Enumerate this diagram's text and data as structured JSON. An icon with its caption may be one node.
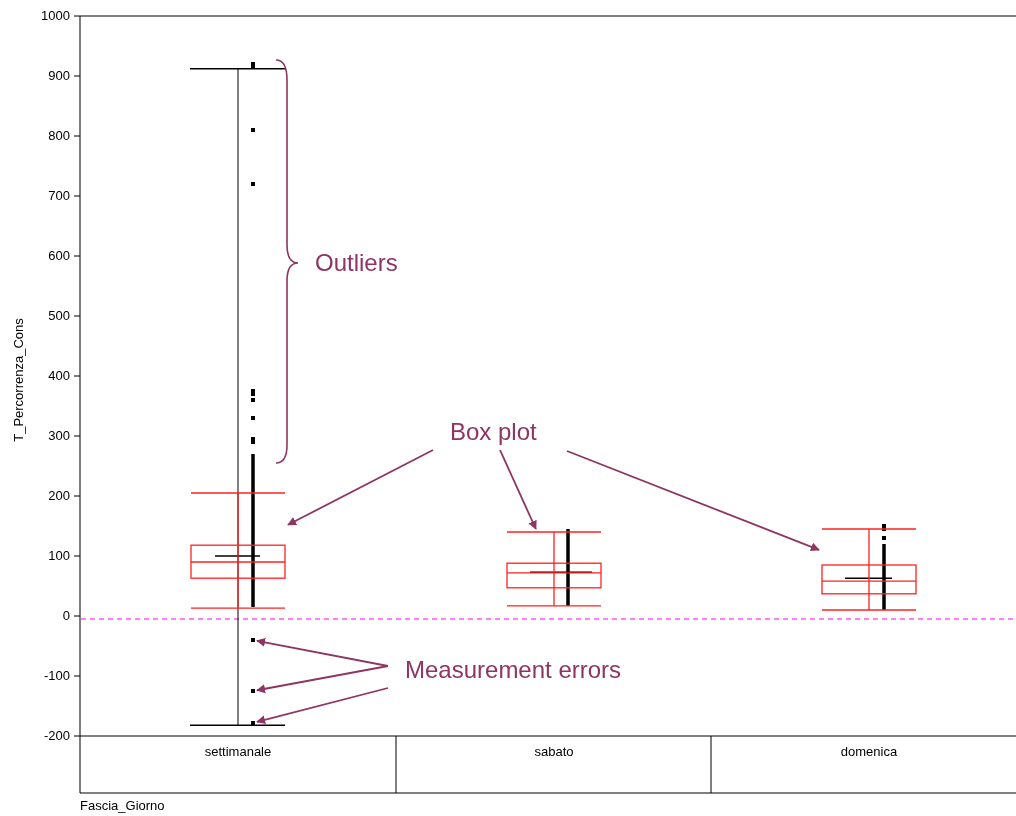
{
  "diagram": {
    "nodes": [
      {
        "text": [
          "Outliers"
        ]
      },
      {
        "text": [
          "Box plot"
        ]
      },
      {
        "text": [
          "Measurement errors"
        ]
      },
      {
        "text": [],
        "shape": "box"
      },
      {
        "text": [],
        "shape": "box"
      },
      {
        "text": [],
        "shape": "box"
      },
      {
        "text": [],
        "shape": "circle"
      },
      {
        "text": [],
        "shape": "circle"
      },
      {
        "text": [],
        "shape": "circle"
      }
    ],
    "edges": [
      {
        "from": 1,
        "to": 3,
        "arrow": "to"
      },
      {
        "from": 1,
        "to": 4,
        "arrow": "to"
      },
      {
        "from": 1,
        "to": 5,
        "arrow": "to"
      },
      {
        "from": 2,
        "to": 6,
        "arrow": "to"
      },
      {
        "from": 2,
        "to": 7,
        "arrow": "to"
      },
      {
        "from": 2,
        "to": 8,
        "arrow": "to"
      }
    ],
    "labels": [
      "1000",
      "900",
      "800",
      "700",
      "600",
      "500",
      "400",
      "300",
      "200",
      "100",
      "0",
      "-100",
      "-200",
      "T_Percorrenza_Cons",
      "settimanale",
      "sabato",
      "domenica",
      "Fascia_Giorno"
    ]
  }
}
